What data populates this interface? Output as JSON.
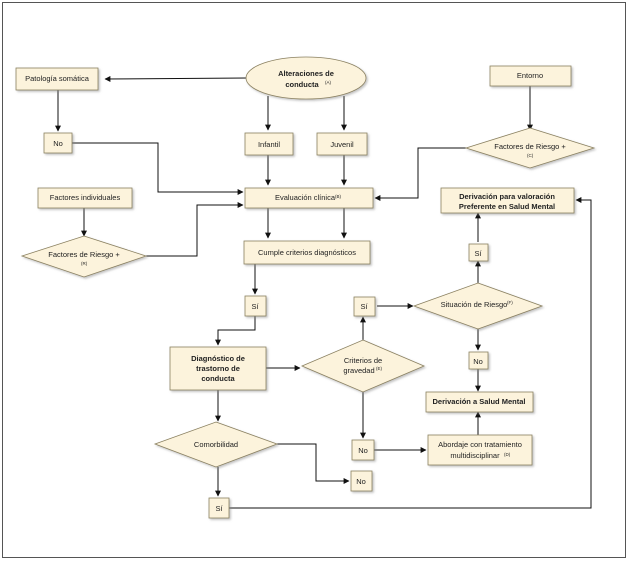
{
  "nodes": {
    "alteraciones": {
      "line1": "Alteraciones de",
      "line2": "conducta",
      "ref": "(A)"
    },
    "patologia": {
      "label": "Patología somática"
    },
    "entorno": {
      "label": "Entorno"
    },
    "infantil": {
      "label": "Infantil"
    },
    "juvenil": {
      "label": "Juvenil"
    },
    "no_top": {
      "label": "No"
    },
    "factores_riesgo_c": {
      "label": "Factores de Riesgo +",
      "ref": "(C)"
    },
    "factores_individuales": {
      "label": "Factores individuales"
    },
    "evaluacion": {
      "label": "Evaluación clínica",
      "ref": "(B)"
    },
    "derivacion_preferente": {
      "line1": "Derivación para valoración",
      "line2": "Preferente en Salud Mental"
    },
    "factores_riesgo_r": {
      "label": "Factores de Riesgo +",
      "ref": "(R)"
    },
    "cumple": {
      "label": "Cumple criterios diagnósticos"
    },
    "si_right": {
      "label": "Sí"
    },
    "si_mid": {
      "label": "Sí"
    },
    "si_center": {
      "label": "Sí"
    },
    "situacion": {
      "label": "Situación de Riesgo",
      "ref": "(F)"
    },
    "diagnostico": {
      "line1": "Diagnóstico de",
      "line2": "trastorno de",
      "line3": "conducta"
    },
    "criterios": {
      "line1": "Criterios de",
      "line2": "gravedad",
      "ref": "(E)"
    },
    "no_mid": {
      "label": "No"
    },
    "derivacion_sm": {
      "label": "Derivación a Salud Mental"
    },
    "comorbilidad": {
      "label": "Comorbilidad"
    },
    "no_crit": {
      "label": "No"
    },
    "abordaje": {
      "line1": "Abordaje con tratamiento",
      "line2": "multidisciplinar",
      "ref": "(D)"
    },
    "no_bottom": {
      "label": "No"
    },
    "si_bottom": {
      "label": "Sí"
    }
  }
}
